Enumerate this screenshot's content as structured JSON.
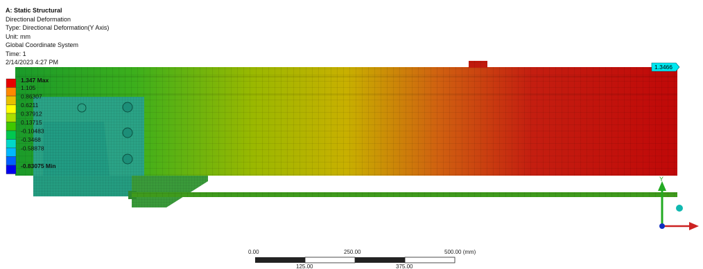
{
  "header": {
    "analysis_title": "A: Static Structural",
    "result_name": "Directional Deformation",
    "type_line": "Type: Directional Deformation(Y Axis)",
    "unit_line": "Unit: mm",
    "coord_line": "Global Coordinate System",
    "time_line": "Time: 1",
    "date_line": "2/14/2023 4:27 PM"
  },
  "legend": {
    "max_label": "1.347 Max",
    "min_label": "-0.83075 Min",
    "levels": [
      "1.105",
      "0.86307",
      "0.6211",
      "0.37912",
      "0.13715",
      "-0.10483",
      "-0.3468",
      "-0.58878"
    ],
    "colors": [
      "#e60000",
      "#ff8800",
      "#e8c000",
      "#ffff00",
      "#a8e000",
      "#3ec800",
      "#00c850",
      "#00d8c8",
      "#00b8ff",
      "#0060ff",
      "#0000ee"
    ]
  },
  "probe": {
    "value": "1.3466",
    "color": "#00e8f0"
  },
  "scale_bar": {
    "top_labels": [
      "0.00",
      "250.00",
      "500.00 (mm)"
    ],
    "bottom_labels": [
      "125.00",
      "375.00"
    ]
  },
  "triad": {
    "y_label": "Y",
    "y_color": "#22aa22",
    "x_color": "#cc2222",
    "z_color": "#1030c0"
  }
}
